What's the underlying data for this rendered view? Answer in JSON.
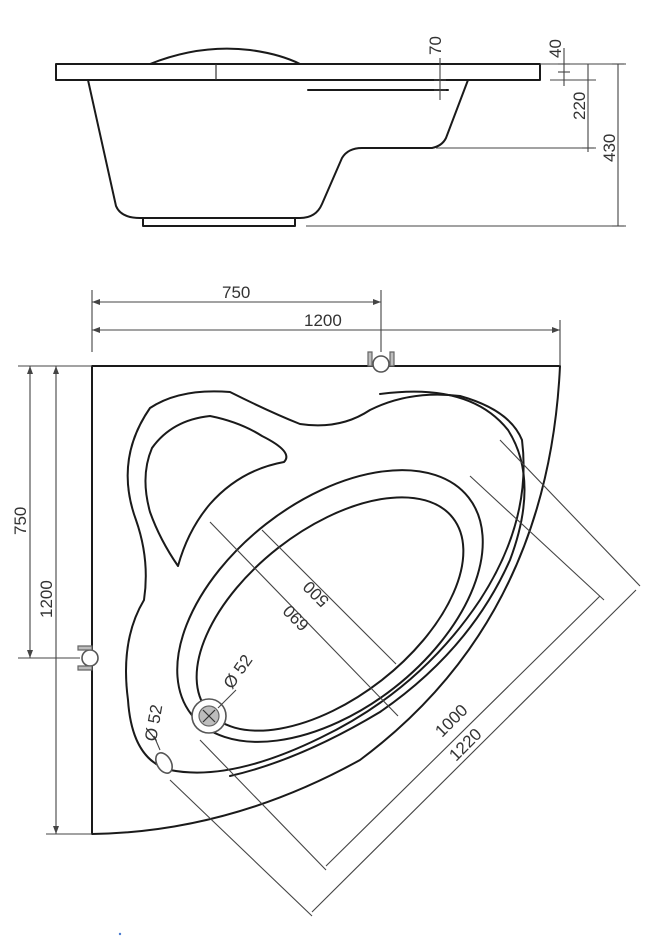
{
  "side_view": {
    "dimensions": {
      "rim_thickness": "70",
      "top_offset": "40",
      "seat_height": "220",
      "total_height": "430"
    }
  },
  "plan_view": {
    "dimensions": {
      "tap_offset_top": "750",
      "width_top": "1200",
      "tap_offset_left": "750",
      "height_left": "1200",
      "inner_width": "500",
      "inner_length": "690",
      "diagonal_inner": "1000",
      "diagonal_outer": "1220",
      "drain_diameter": "Ø 52",
      "overflow_diameter": "Ø 52"
    }
  },
  "colors": {
    "line": "#1a1a1a",
    "dimension": "#444444",
    "fitting_fill": "#bdbdbd"
  }
}
